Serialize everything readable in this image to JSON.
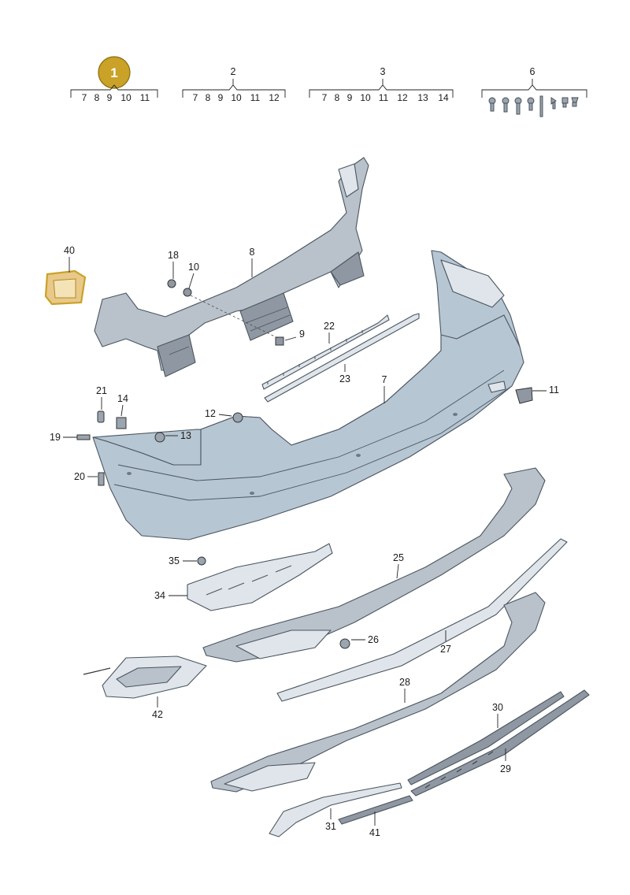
{
  "highlight": {
    "badge": "1",
    "color": "#c9a227",
    "part": "40"
  },
  "groups": [
    {
      "id": "group-1",
      "label": "1",
      "subs": [
        "7",
        "8",
        "9",
        "10",
        "11"
      ]
    },
    {
      "id": "group-2",
      "label": "2",
      "subs": [
        "7",
        "8",
        "9",
        "10",
        "11",
        "12"
      ]
    },
    {
      "id": "group-3",
      "label": "3",
      "subs": [
        "7",
        "8",
        "9",
        "10",
        "11",
        "12",
        "13",
        "14"
      ]
    },
    {
      "id": "group-6",
      "label": "6",
      "subs": []
    }
  ],
  "callouts": {
    "p40": "40",
    "p18": "18",
    "p10": "10",
    "p8": "8",
    "p9": "9",
    "p22": "22",
    "p23": "23",
    "p7": "7",
    "p11": "11",
    "p21": "21",
    "p14": "14",
    "p12": "12",
    "p19": "19",
    "p13": "13",
    "p20": "20",
    "p35": "35",
    "p25": "25",
    "p34": "34",
    "p26": "26",
    "p27": "27",
    "p42": "42",
    "p28": "28",
    "p30": "30",
    "p29": "29",
    "p31": "31",
    "p41": "41"
  }
}
